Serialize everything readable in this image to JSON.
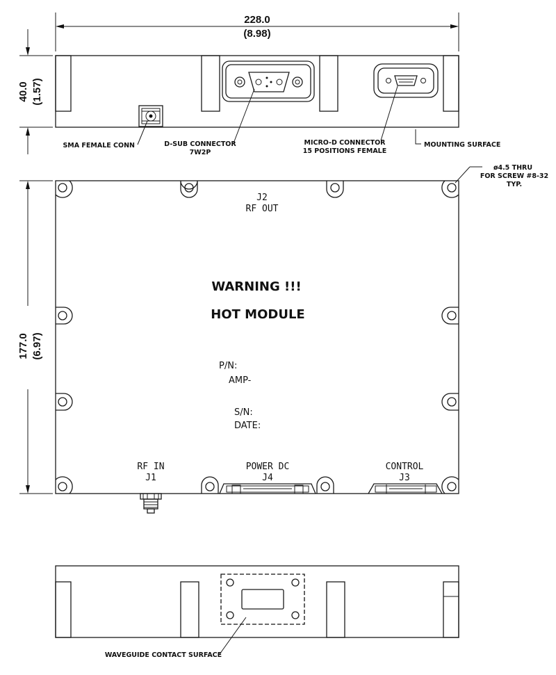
{
  "dimensions": {
    "width_mm": "228.0",
    "width_in": "(8.98)",
    "height_mm": "40.0",
    "height_in": "(1.57)",
    "depth_mm": "177.0",
    "depth_in": "(6.97)"
  },
  "callouts": {
    "sma": "SMA FEMALE CONN",
    "dsub_line1": "D-SUB CONNECTOR",
    "dsub_line2": "7W2P",
    "microd_line1": "MICRO-D CONNECTOR",
    "microd_line2": "15 POSITIONS FEMALE",
    "mounting": "MOUNTING SURFACE",
    "hole_line1": "ø4.5 THRU",
    "hole_line2": "FOR SCREW #8-32",
    "hole_line3": "TYP.",
    "waveguide": "WAVEGUIDE CONTACT SURFACE"
  },
  "ports": {
    "j2_id": "J2",
    "j2_name": "RF OUT",
    "j1_name": "RF IN",
    "j1_id": "J1",
    "j4_name": "POWER DC",
    "j4_id": "J4",
    "j3_name": "CONTROL",
    "j3_id": "J3"
  },
  "label_plate": {
    "warning": "WARNING !!!",
    "hot": "HOT MODULE",
    "pn": "P/N:",
    "amp": "AMP-",
    "sn": "S/N:",
    "date": "DATE:"
  }
}
